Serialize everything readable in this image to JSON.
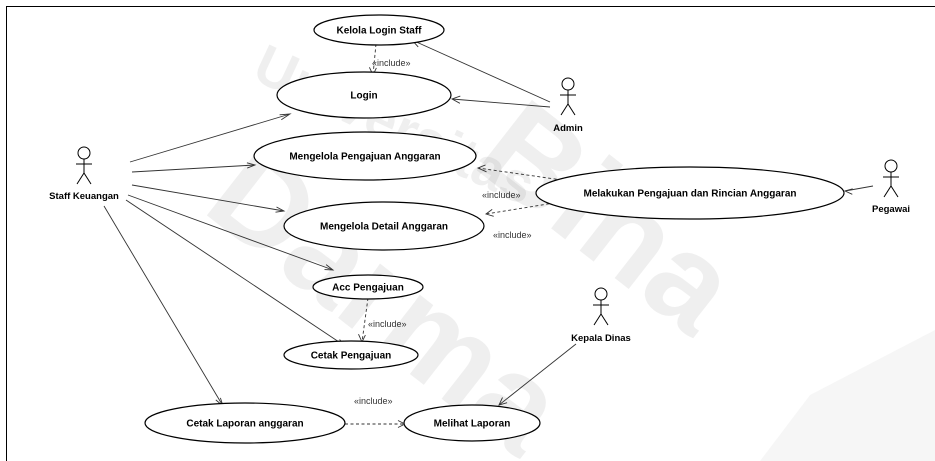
{
  "watermark": {
    "text_line1": "Universitas",
    "text_line2": "Bina",
    "text_line3": "Darma"
  },
  "actors": {
    "staff_keuangan": "Staff Keuangan",
    "admin": "Admin",
    "pegawai": "Pegawai",
    "kepala_dinas": "Kepala Dinas"
  },
  "use_cases": {
    "kelola_login_staff": "Kelola Login Staff",
    "login": "Login",
    "mengelola_pengajuan": "Mengelola Pengajuan Anggaran",
    "mengelola_detail": "Mengelola Detail Anggaran",
    "melakukan_pengajuan": "Melakukan Pengajuan dan Rincian Anggaran",
    "acc_pengajuan": "Acc Pengajuan",
    "cetak_pengajuan": "Cetak Pengajuan",
    "cetak_laporan": "Cetak Laporan anggaran",
    "melihat_laporan": "Melihat Laporan"
  },
  "stereotypes": {
    "include_login": "«include»",
    "include_pengajuan": "«include»",
    "include_detail": "«include»",
    "include_cetak": "«include»",
    "include_laporan": "«include»"
  }
}
